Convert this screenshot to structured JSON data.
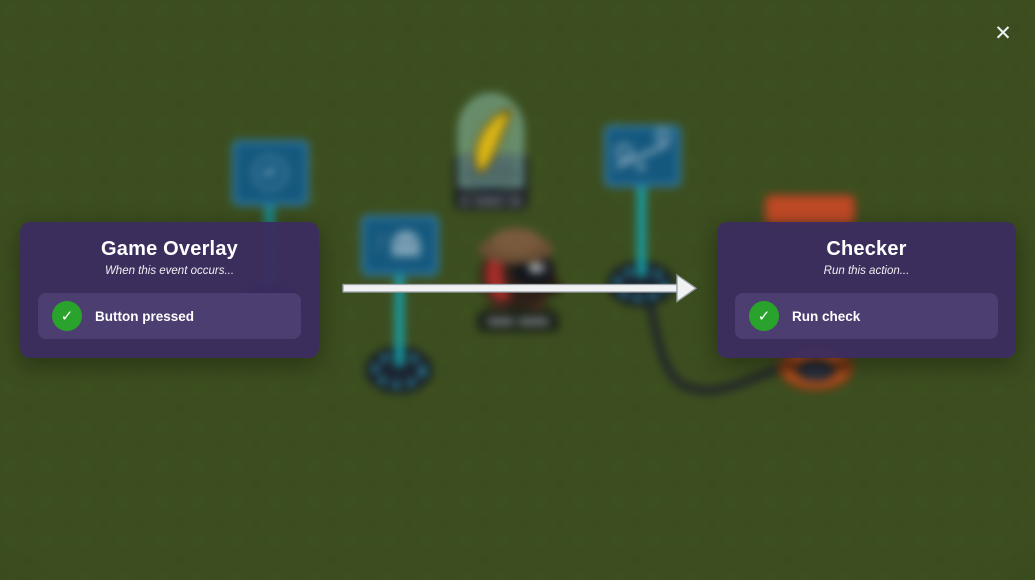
{
  "wire_dialog": {
    "close_icon_glyph": "✕",
    "source": {
      "device_name": "Game Overlay",
      "prompt": "When this event occurs...",
      "selected_event": "Button pressed",
      "check_glyph": "✓"
    },
    "target": {
      "device_name": "Checker",
      "prompt": "Run this action...",
      "selected_action": "Run check",
      "check_glyph": "✓"
    }
  },
  "colors": {
    "panel_bg": "#3b2c60f2",
    "row_bg": "#4c3e70",
    "check_green": "#29a32b",
    "map_green": "#3c4e1f",
    "sign_blue": "#15587e",
    "post_teal": "#14919b",
    "arrow_white": "#f0f1f3"
  }
}
